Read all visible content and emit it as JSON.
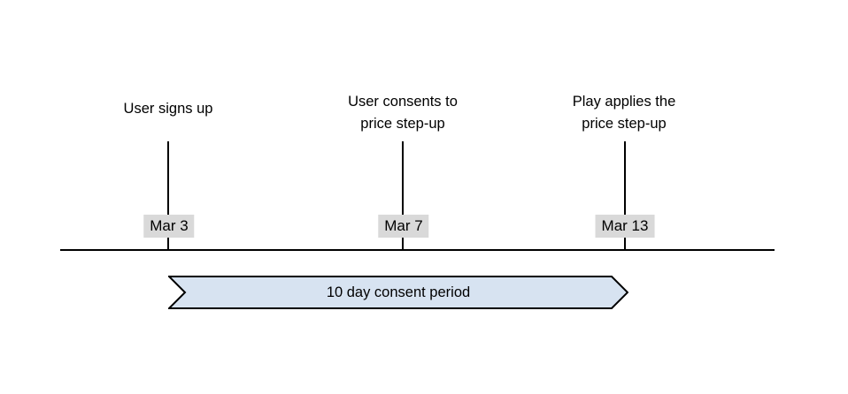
{
  "timeline": {
    "events": [
      {
        "title_lines": [
          "User signs up"
        ],
        "date": "Mar 3"
      },
      {
        "title_lines": [
          "User consents to",
          "price step-up"
        ],
        "date": "Mar 7"
      },
      {
        "title_lines": [
          "Play applies the",
          "price step-up"
        ],
        "date": "Mar 13"
      }
    ],
    "period_banner": {
      "label": "10 day consent period"
    }
  },
  "colors": {
    "axis_line": "#000000",
    "tick_line": "#000000",
    "date_label_background": "#d9d9d9",
    "banner_fill": "#d7e3f1",
    "banner_border": "#000000",
    "text": "#000000"
  }
}
